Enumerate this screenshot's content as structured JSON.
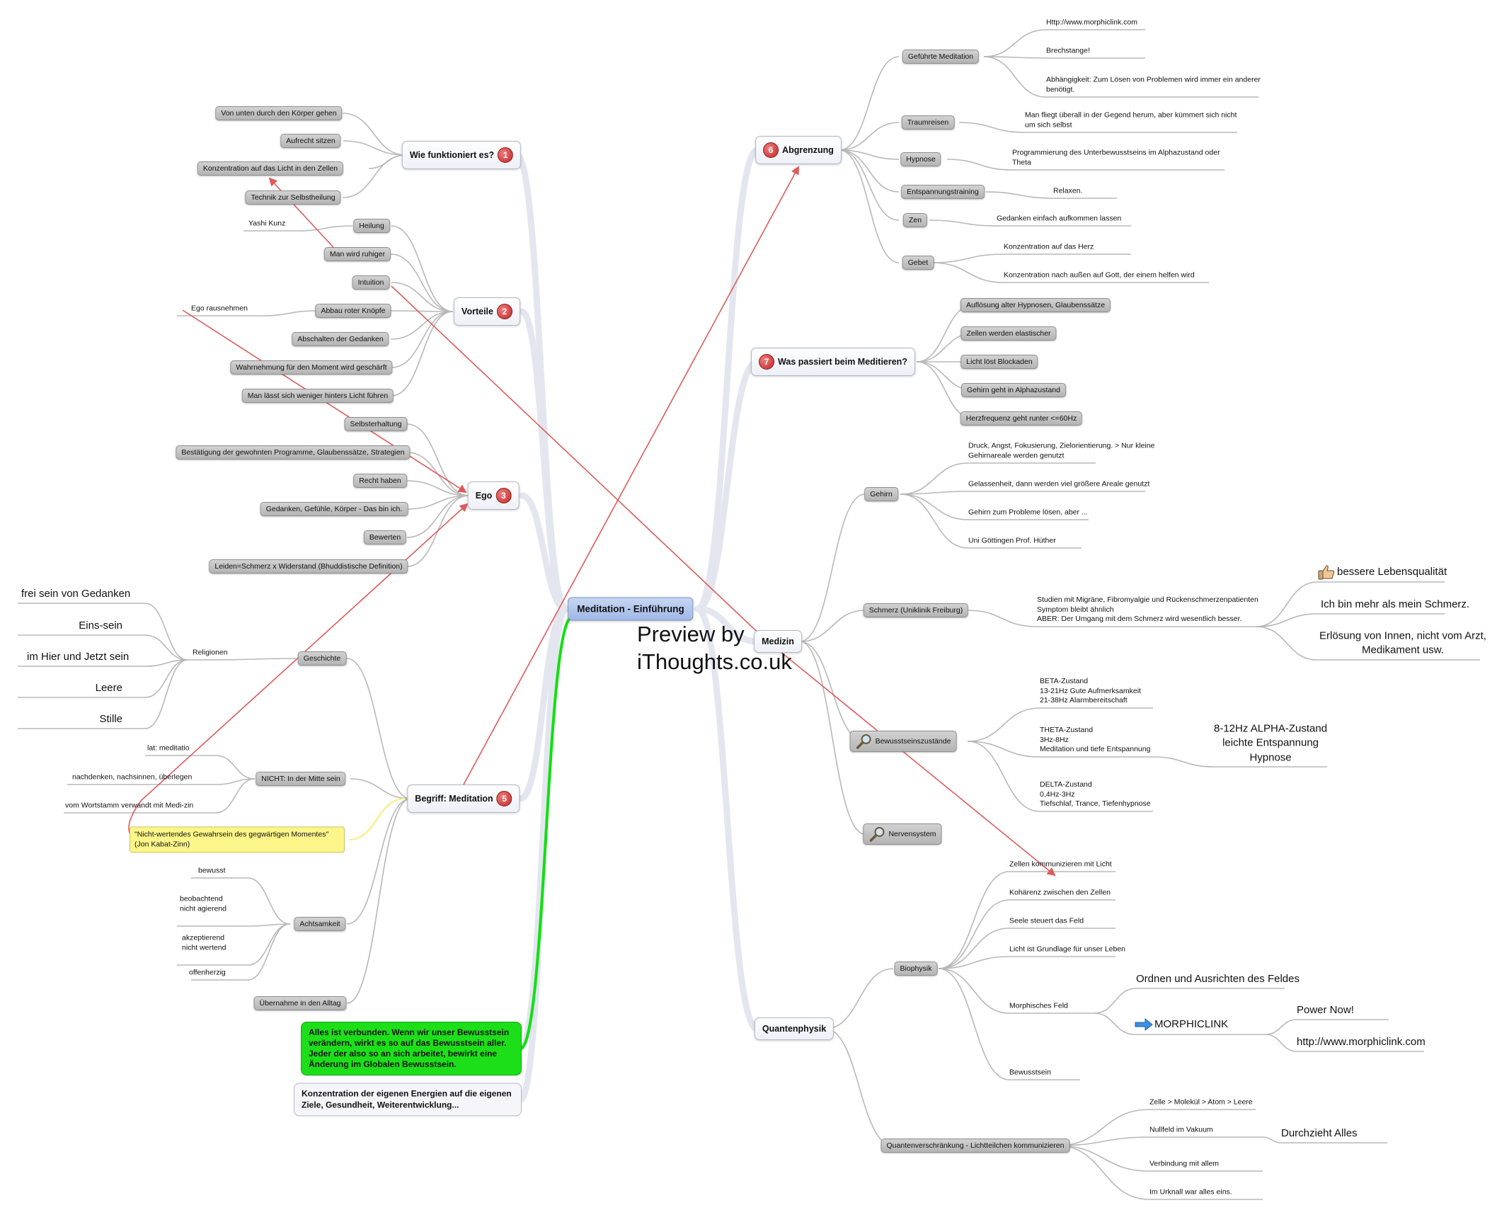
{
  "watermark": {
    "line1": "Preview by",
    "line2": "iThoughts.co.uk"
  },
  "central": "Meditation - Einführung",
  "topics": {
    "t1": {
      "label": "Wie funktioniert es?",
      "badge": "1"
    },
    "t2": {
      "label": "Vorteile",
      "badge": "2"
    },
    "t3": {
      "label": "Ego",
      "badge": "3"
    },
    "t5": {
      "label": "Begriff: Meditation",
      "badge": "5"
    },
    "t6": {
      "label": "Abgrenzung",
      "badge": "6"
    },
    "t7": {
      "label": "Was passiert beim Meditieren?",
      "badge": "7"
    },
    "med": {
      "label": "Medizin"
    },
    "qp": {
      "label": "Quantenphysik"
    }
  },
  "boxes": {
    "l1": "Von unten durch den Körper gehen",
    "l2": "Aufrecht sitzen",
    "l3": "Konzentration auf das Licht in den Zellen",
    "l4": "Technik zur Selbstheilung",
    "v1": "Heilung",
    "v2": "Man wird ruhiger",
    "v3": "Intuition",
    "v4": "Abbau roter Knöpfe",
    "v5": "Abschalten der Gedanken",
    "v6": "Wahrnehmung für den Moment wird geschärft",
    "v7": "Man lässt sich weniger hinters Licht führen",
    "e1": "Selbsterhaltung",
    "e2": "Bestätigung der gewohnten Programme, Glaubenssätze, Strategien",
    "e3": "Recht haben",
    "e4": "Gedanken, Gefühle, Körper - Das bin ich.",
    "e5": "Bewerten",
    "e6": "Leiden=Schmerz x Widerstand (Bhuddistische Definition)",
    "b1": "Geschichte",
    "b2": "NICHT: In der Mitte sein",
    "b3": "Achtsamkeit",
    "b4": "Übernahme in den Alltag",
    "a1": "Geführte Meditation",
    "a2": "Traumreisen",
    "a3": "Hypnose",
    "a4": "Entspannungstraining",
    "a5": "Zen",
    "a6": "Gebet",
    "w1": "Auflösung alter Hypnosen, Glaubenssätze",
    "w2": "Zellen werden elastischer",
    "w3": "Licht löst Blockaden",
    "w4": "Gehirn geht in Alphazustand",
    "w5": "Herzfrequenz geht runter <=60Hz",
    "m1": "Gehirn",
    "m2": "Schmerz (Uniklinik Freiburg)",
    "m3": "Bewusstseinszustände",
    "m4": "Nervensystem",
    "q1": "Biophysik",
    "q2": "Quantenverschränkung - Lichtteilchen kommunizieren"
  },
  "leaves": {
    "yashi": "Yashi Kunz",
    "ego_raus": "Ego rausnehmen",
    "rel": "Religionen",
    "rel1": "frei sein von Gedanken",
    "rel2": "Eins-sein",
    "rel3": "im Hier und Jetzt sein",
    "rel4": "Leere",
    "rel5": "Stille",
    "n1": "lat: meditatio",
    "n2": "nachdenken, nachsinnen, überlegen",
    "n3": "vom Wortstamm verwandt mit Medi-zin",
    "ac1": "bewusst",
    "ac2a": "beobachtend",
    "ac2b": "nicht agierend",
    "ac3a": "akzeptierend",
    "ac3b": "nicht wertend",
    "ac4": "offenherzig",
    "g1": "Http://www.morphiclink.com",
    "g2": "Brechstange!",
    "g3a": "Abhängigkeit: Zum Lösen von Problemen wird immer ein anderer",
    "g3b": "benötigt.",
    "tr1a": "Man fliegt überall in der Gegend herum, aber kümmert sich nicht",
    "tr1b": "um sich selbst",
    "hy1a": "Programmierung des Unterbewusstseins im Alphazustand oder",
    "hy1b": "Theta",
    "en1": "Relaxen.",
    "zen1": "Gedanken einfach aufkommen lassen",
    "ge1": "Konzentration auf das Herz",
    "ge2": "Konzentration nach außen auf Gott, der einem helfen wird",
    "gh1a": "Druck, Angst, Fokusierung, Zielorientierung. > Nur kleine",
    "gh1b": "Gehirnareale werden genutzt",
    "gh2": "Gelassenheit, dann werden viel größere Areale genutzt",
    "gh3": "Gehirn zum Probleme lösen, aber ...",
    "gh4": "Uni Göttingen Prof. Hüther",
    "sc1a": "Studien mit Migräne, Fibromyalgie und Rückenschmerzenpatienten",
    "sc1b": "Symptom bleibt ähnlich",
    "sc1c": "ABER: Der Umgang mit dem Schmerz wird wesentlich besser.",
    "sc2": "bessere Lebensqualität",
    "sc3": "Ich bin mehr als mein Schmerz.",
    "sc4a": "Erlösung von Innen, nicht vom Arzt,",
    "sc4b": "Medikament usw.",
    "bz1a": "BETA-Zustand",
    "bz1b": "13-21Hz Gute Aufmerksamkeit",
    "bz1c": "21-38Hz Alarmbereitschaft",
    "bz2a": "THETA-Zustand",
    "bz2b": "3Hz-8Hz",
    "bz2c": "Meditation und tiefe Entspannung",
    "bz3a": "8-12Hz ALPHA-Zustand",
    "bz3b": "leichte Entspannung",
    "bz3c": "Hypnose",
    "bz4a": "DELTA-Zustand",
    "bz4b": "0,4Hz-3Hz",
    "bz4c": "Tiefschlaf, Trance, Tiefenhypnose",
    "bp1": "Zellen kommunizieren mit Licht",
    "bp2": "Kohärenz zwischen den Zellen",
    "bp3": "Seele steuert das Feld",
    "bp4": "Licht ist Grundlage für unser Leben",
    "bp5": "Morphisches Feld",
    "bp6": "Bewusstsein",
    "mf1": "Ordnen und Ausrichten des Feldes",
    "mf2": "MORPHICLINK",
    "mf3": "Power Now!",
    "mf4": "http://www.morphiclink.com",
    "qv1": "Zelle > Molekül > Atom > Leere",
    "qv2": "Nullfeld im Vakuum",
    "qv3": "Durchzieht Alles",
    "qv4": "Verbindung mit allem",
    "qv5": "Im Urknall war alles eins."
  },
  "notes": {
    "yellow": "\"Nicht-wertendes Gewahrsein des gegwärtigen Momentes\" (Jon Kabat-Zinn)",
    "green": "Alles ist verbunden. Wenn wir unser Bewusstsein verändern, wirkt es so auf das Bewusstsein aller. Jeder der also so an sich arbeitet, bewirkt eine Änderung im Globalen Bewusstsein.",
    "white": "Konzentration der eigenen Energien auf die eigenen Ziele, Gesundheit, Weiterentwicklung..."
  },
  "icons": {
    "thumb": "thumbs-up-icon",
    "arrow": "right-arrow-icon",
    "magnifier": "magnifier-icon"
  },
  "colors": {
    "connector": "#b8b8b8",
    "main_branch": "#e4e6ef",
    "cross_link": "#e05a5a",
    "green_branch": "#10e010",
    "yellow_branch": "#f4f07a",
    "central_fill": "#a9c1ec",
    "badge": "#d03a3a"
  }
}
